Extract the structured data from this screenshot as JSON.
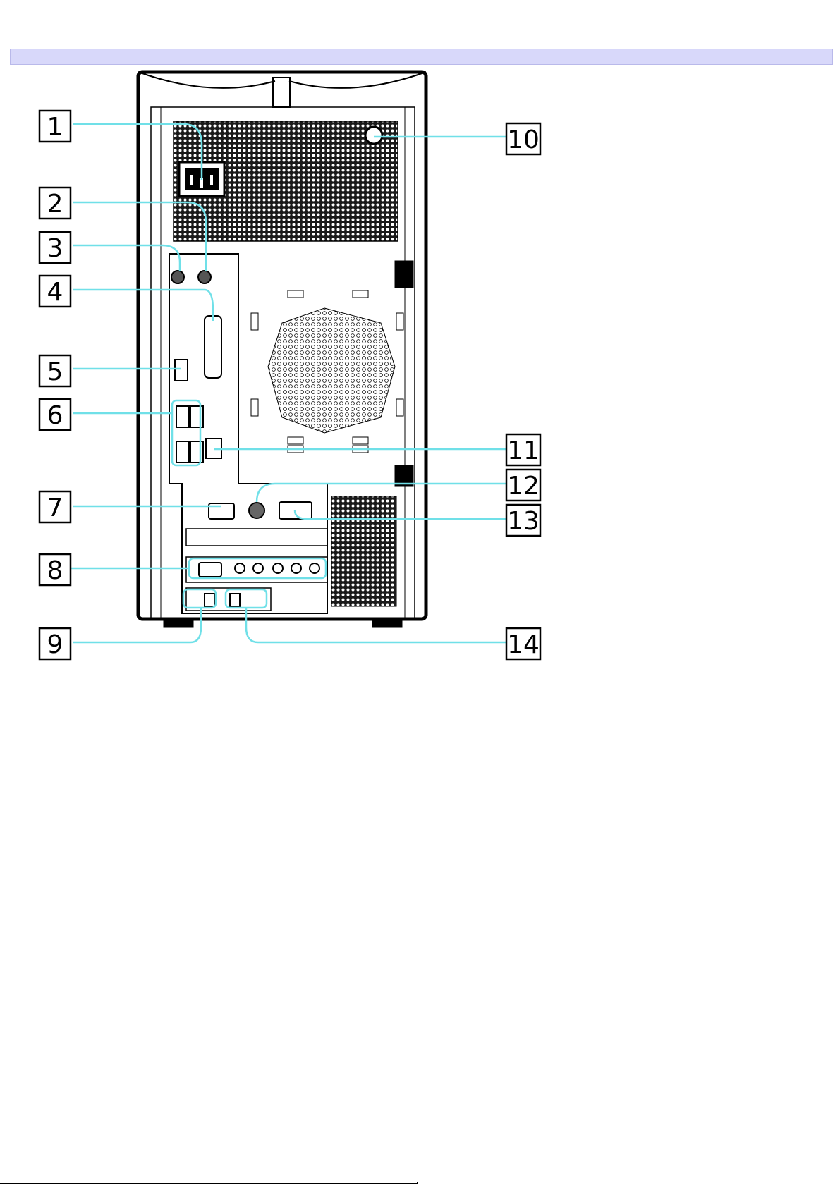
{
  "header": {
    "bar_color": "#d8d8fa"
  },
  "colors": {
    "callout_line": "#70e0e8",
    "outline": "#000000",
    "background": "#ffffff"
  },
  "callouts": [
    {
      "number": "1"
    },
    {
      "number": "2"
    },
    {
      "number": "3"
    },
    {
      "number": "4"
    },
    {
      "number": "5"
    },
    {
      "number": "6"
    },
    {
      "number": "7"
    },
    {
      "number": "8"
    },
    {
      "number": "9"
    },
    {
      "number": "10"
    },
    {
      "number": "11"
    },
    {
      "number": "12"
    },
    {
      "number": "13"
    },
    {
      "number": "14"
    }
  ]
}
